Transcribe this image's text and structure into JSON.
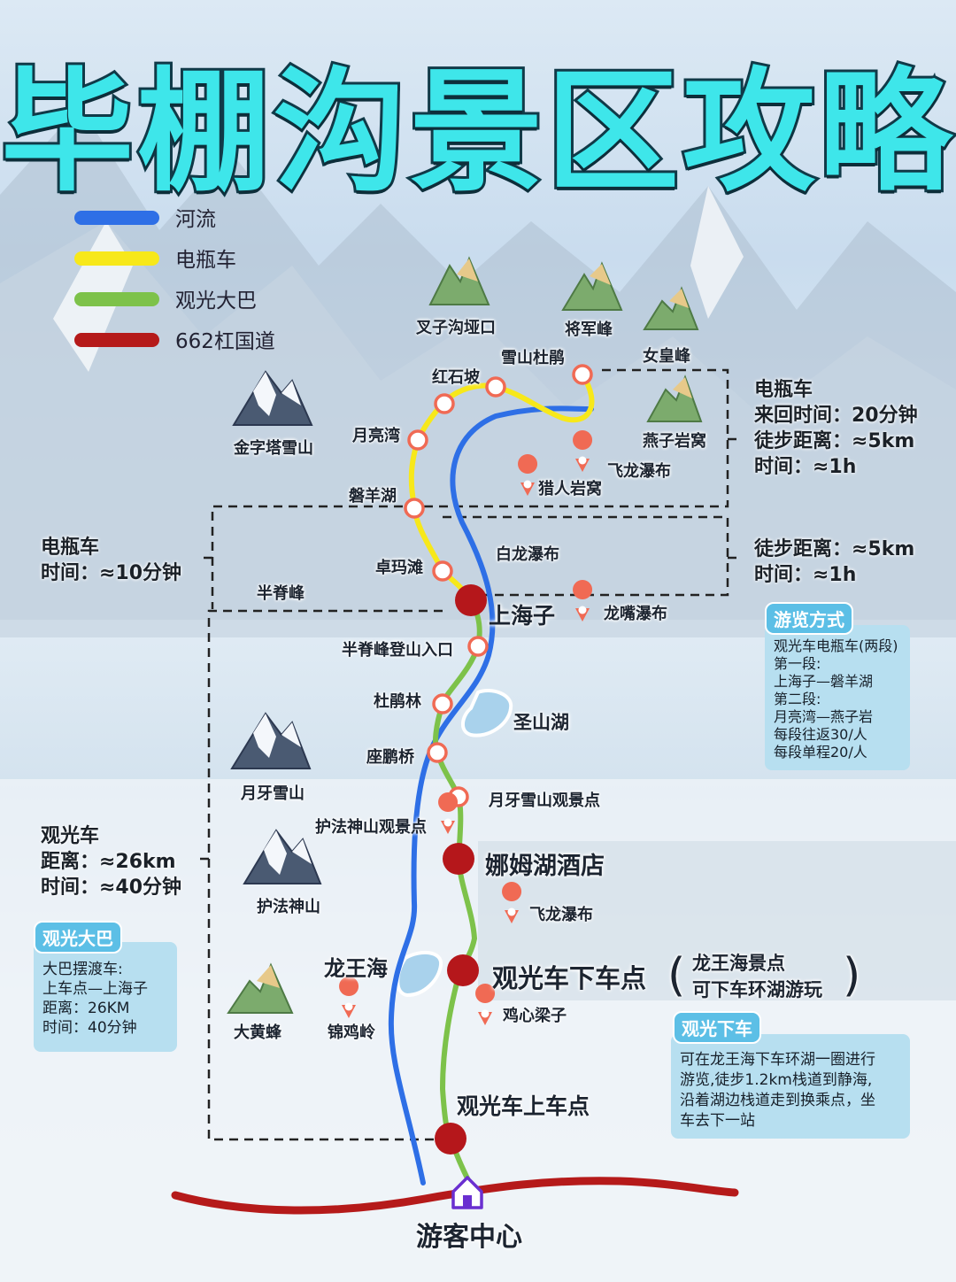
{
  "title": "毕棚沟景区攻略",
  "colors": {
    "title": "#3ee6ea",
    "river": "#2e6fe6",
    "ebike": "#f7e81a",
    "bus": "#7dc24a",
    "highway": "#b51a1a",
    "stop_marker": "#b5171b",
    "card_bg": "#b7dff0",
    "card_tag": "#5cbfe6"
  },
  "legend": [
    {
      "label": "河流",
      "color": "#2e6fe6"
    },
    {
      "label": "电瓶车",
      "color": "#f7e81a"
    },
    {
      "label": "观光大巴",
      "color": "#7dc24a"
    },
    {
      "label": "662杠国道",
      "color": "#b51a1a"
    }
  ],
  "places": {
    "chagou_yakou": "叉子沟垭口",
    "jiangjunfeng": "将军峰",
    "nvhuangfeng": "女皇峰",
    "xueshan_dujuan": "雪山杜鹃",
    "hongshipo": "红石坡",
    "jinzita": "金字塔雪山",
    "yueliangwan": "月亮湾",
    "yanziyanwo": "燕子岩窝",
    "feilong_pubu": "飞龙瀑布",
    "lierenyanwo": "猎人岩窝",
    "panyanghu": "磐羊湖",
    "bailong_pubu": "白龙瀑布",
    "zhuomatan": "卓玛滩",
    "banjifeng": "半脊峰",
    "shanghaizi": "上海子",
    "longzui_pubu": "龙嘴瀑布",
    "banjifeng_entry": "半脊峰登山入口",
    "dupenglin": "杜鹃林",
    "shengshanhu": "圣山湖",
    "zuopengqiao": "座鹏桥",
    "yueya_xueshan": "月牙雪山",
    "yueya_view": "月牙雪山观景点",
    "hufa_view": "护法神山观景点",
    "namuhu_hotel": "娜姆湖酒店",
    "hufa_shenshan": "护法神山",
    "longwanghai": "龙王海",
    "bus_dropoff": "观光车下车点",
    "jixinliangzi": "鸡心梁子",
    "dahuangfeng": "大黄蜂",
    "jinjiling": "锦鸡岭",
    "bus_pickup": "观光车上车点",
    "visitor_center": "游客中心"
  },
  "longwanghai_note": {
    "paren_open": "(",
    "line1": "龙王海景点",
    "line2": "可下车环湖游玩",
    "paren_close": ")"
  },
  "info": {
    "ebike_upper": {
      "title": "电瓶车",
      "line1": "来回时间：20分钟",
      "line2": "徒步距离：≈5km",
      "line3": "时间：≈1h"
    },
    "walk": {
      "line1": "徒步距离：≈5km",
      "line2": "时间：≈1h"
    },
    "ebike_lower": {
      "title": "电瓶车",
      "line1": "时间：≈10分钟"
    },
    "bus": {
      "title": "观光车",
      "line1": "距离：≈26km",
      "line2": "时间：≈40分钟"
    }
  },
  "cards": {
    "tour_method": {
      "tag": "游览方式",
      "lines": [
        "观光车电瓶车(两段)",
        "第一段:",
        "上海子—磐羊湖",
        "第二段:",
        "月亮湾—燕子岩",
        "每段往返30/人",
        "每段单程20/人"
      ]
    },
    "shuttle_bus": {
      "tag": "观光大巴",
      "lines": [
        "大巴摆渡车:",
        "上车点—上海子",
        "距离：26KM",
        "时间：40分钟"
      ]
    },
    "get_off": {
      "tag": "观光下车",
      "lines": [
        "可在龙王海下车环湖一圈进行",
        "游览,徒步1.2km栈道到静海,",
        "沿着湖边栈道走到换乘点，坐",
        "车去下一站"
      ]
    }
  }
}
